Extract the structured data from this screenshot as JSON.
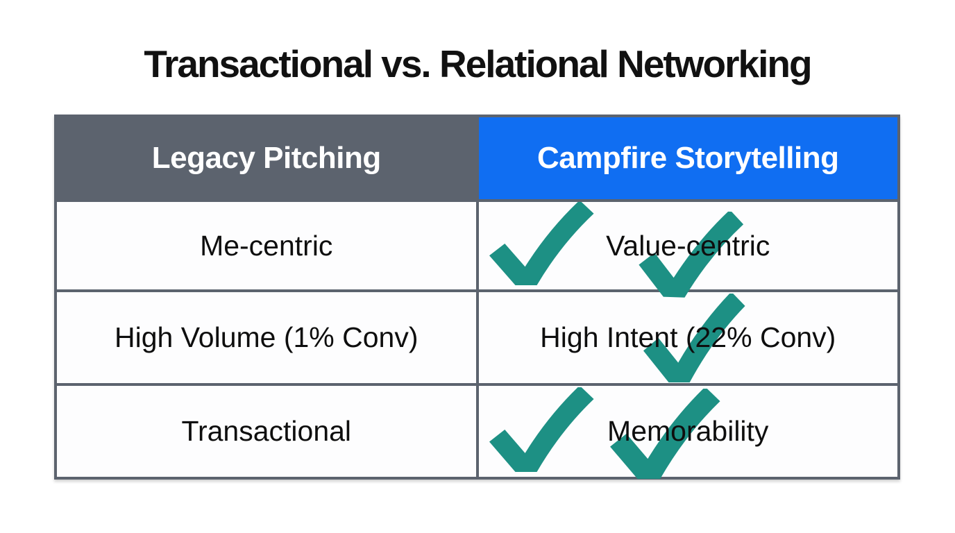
{
  "title": "Transactional vs. Relational Networking",
  "table": {
    "headers": [
      {
        "label": "Legacy Pitching"
      },
      {
        "label": "Campfire Storytelling"
      }
    ],
    "rows": [
      {
        "legacy": "Me-centric",
        "campfire": "Value-centric",
        "checkmarks": 2
      },
      {
        "legacy": "High Volume (1% Conv)",
        "campfire": "High Intent (22% Conv)",
        "checkmarks": 1
      },
      {
        "legacy": "Transactional",
        "campfire": "Memorability",
        "checkmarks": 2
      }
    ]
  },
  "colors": {
    "header_gray": "#5c636e",
    "header_blue": "#106ef2",
    "checkmark_teal": "#1d9084",
    "border_gray": "#5c636e",
    "cell_bg": "#fdfdfe",
    "title_text": "#111111",
    "header_text": "#ffffff",
    "body_text": "#0e0e0e"
  }
}
